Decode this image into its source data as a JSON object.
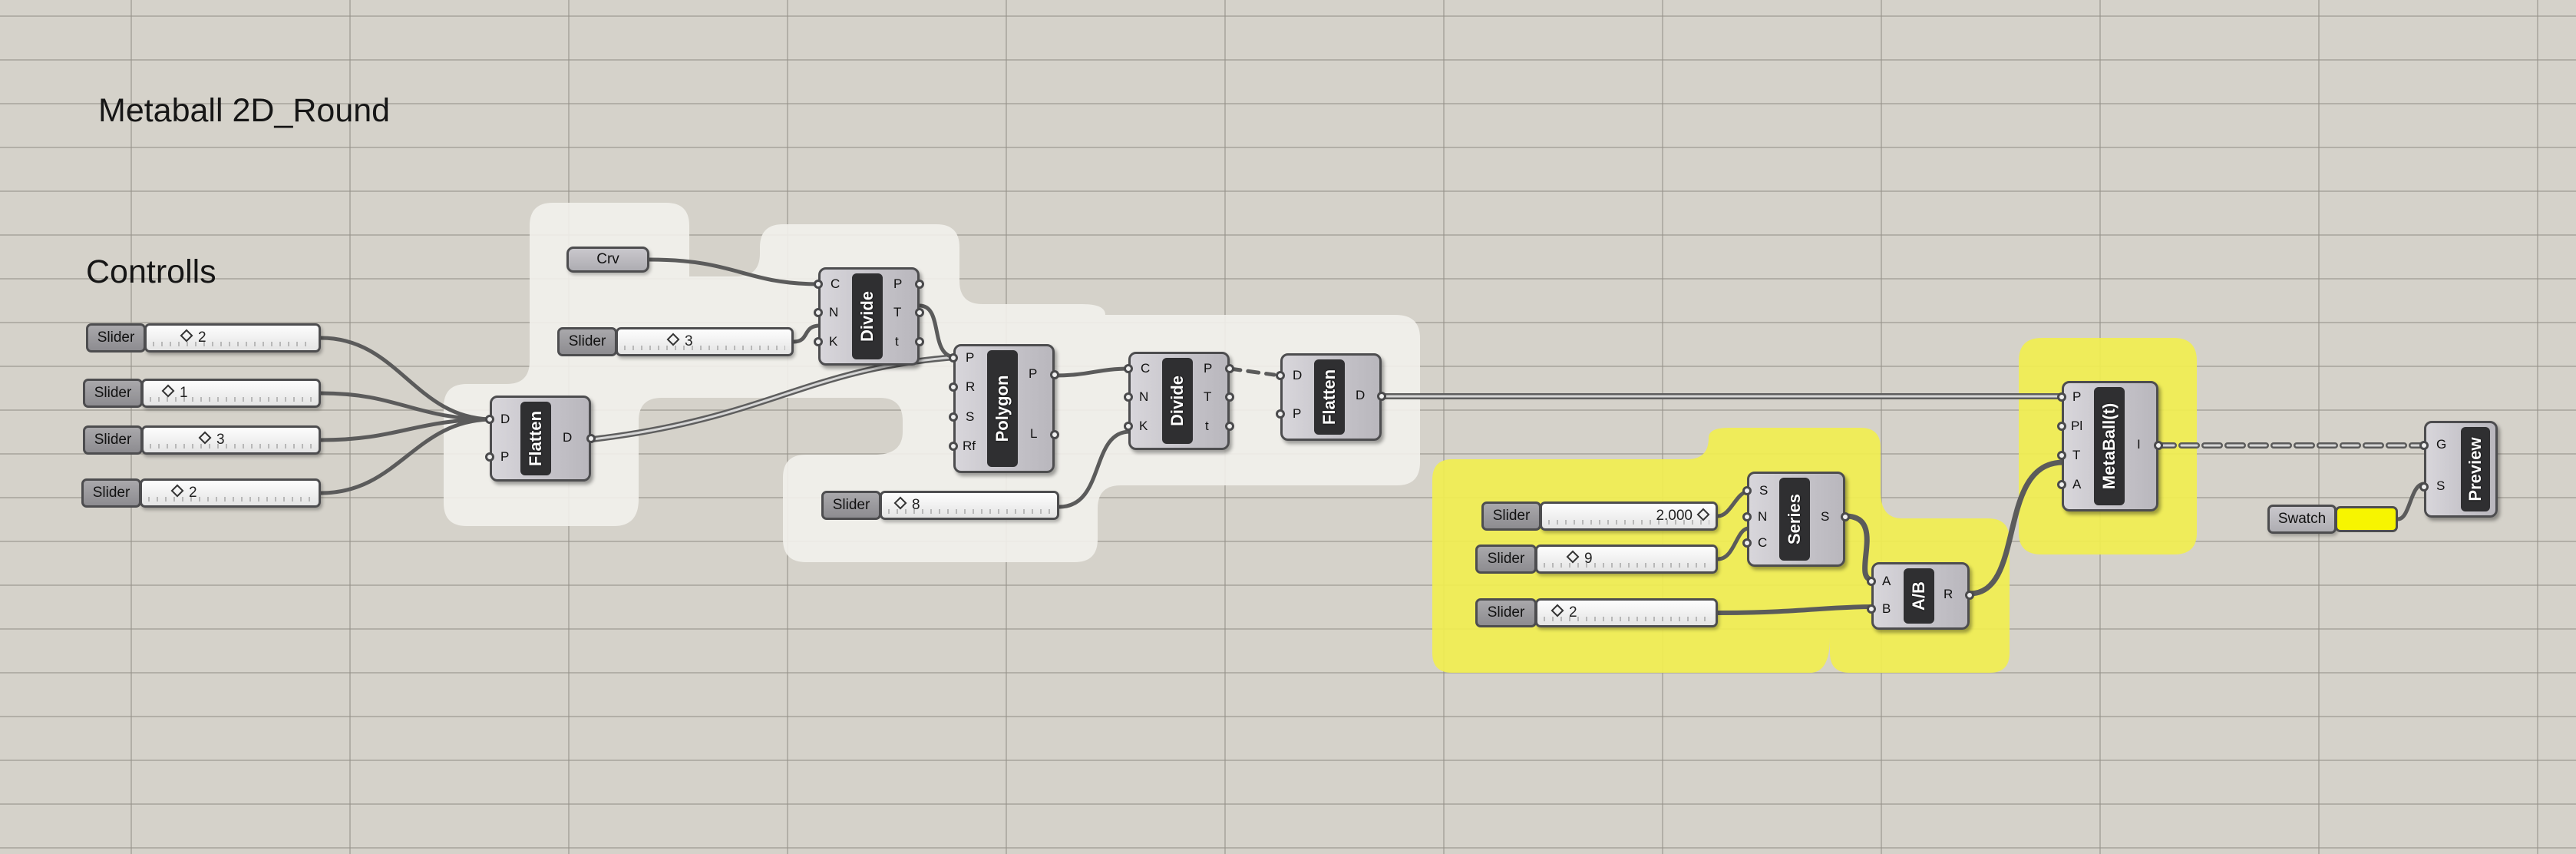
{
  "canvas": {
    "title": "Metaball 2D_Round",
    "controls_title": "Controlls"
  },
  "colors": {
    "canvas_bg": "#d5d2ca",
    "group_white": "#f2f1ec",
    "group_yellow": "#f1ee50",
    "swatch": "#f7f500",
    "wire": "#5b5b5b"
  },
  "sliders": {
    "control_1": {
      "tag": "Slider",
      "value": "2"
    },
    "control_2": {
      "tag": "Slider",
      "value": "1"
    },
    "control_3": {
      "tag": "Slider",
      "value": "3"
    },
    "control_4": {
      "tag": "Slider",
      "value": "2"
    },
    "divide_count": {
      "tag": "Slider",
      "value": "3"
    },
    "divide_count_2": {
      "tag": "Slider",
      "value": "8"
    },
    "series_step": {
      "tag": "Slider",
      "value": "2.000"
    },
    "series_count": {
      "tag": "Slider",
      "value": "9"
    },
    "divisor": {
      "tag": "Slider",
      "value": "2"
    }
  },
  "params": {
    "curve": "Crv",
    "swatch": "Swatch"
  },
  "components": {
    "flatten_1": {
      "label": "Flatten",
      "inputs": [
        "D",
        "P"
      ],
      "outputs": [
        "D"
      ]
    },
    "divide_1": {
      "label": "Divide",
      "inputs": [
        "C",
        "N",
        "K"
      ],
      "outputs": [
        "P",
        "T",
        "t"
      ]
    },
    "polygon": {
      "label": "Polygon",
      "inputs": [
        "P",
        "R",
        "S",
        "Rf"
      ],
      "outputs": [
        "P",
        "L"
      ]
    },
    "divide_2": {
      "label": "Divide",
      "inputs": [
        "C",
        "N",
        "K"
      ],
      "outputs": [
        "P",
        "T",
        "t"
      ]
    },
    "flatten_2": {
      "label": "Flatten",
      "inputs": [
        "D",
        "P"
      ],
      "outputs": [
        "D"
      ]
    },
    "series": {
      "label": "Series",
      "inputs": [
        "S",
        "N",
        "C"
      ],
      "outputs": [
        "S"
      ]
    },
    "division": {
      "label": "A/B",
      "inputs": [
        "A",
        "B"
      ],
      "outputs": [
        "R"
      ]
    },
    "metaball": {
      "label": "MetaBall(t)",
      "inputs": [
        "P",
        "Pl",
        "T",
        "A"
      ],
      "outputs": [
        "I"
      ]
    },
    "preview": {
      "label": "Preview",
      "inputs": [
        "G",
        "S"
      ],
      "outputs": []
    }
  }
}
